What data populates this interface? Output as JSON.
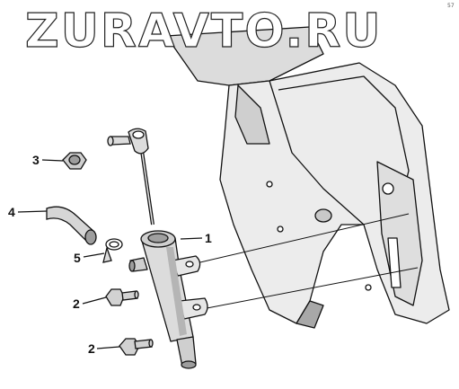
{
  "watermark": "ZURAVTO.RU",
  "corner_mark": "57",
  "callouts": [
    {
      "id": "c1",
      "label": "1"
    },
    {
      "id": "c2a",
      "label": "2"
    },
    {
      "id": "c2b",
      "label": "2"
    },
    {
      "id": "c3",
      "label": "3"
    },
    {
      "id": "c4",
      "label": "4"
    },
    {
      "id": "c5",
      "label": "5"
    }
  ],
  "colors": {
    "line": "#111111",
    "part_fill": "#d4d4d4",
    "bracket_fill": "#e9e9e9",
    "shadow": "#9a9a9a"
  }
}
